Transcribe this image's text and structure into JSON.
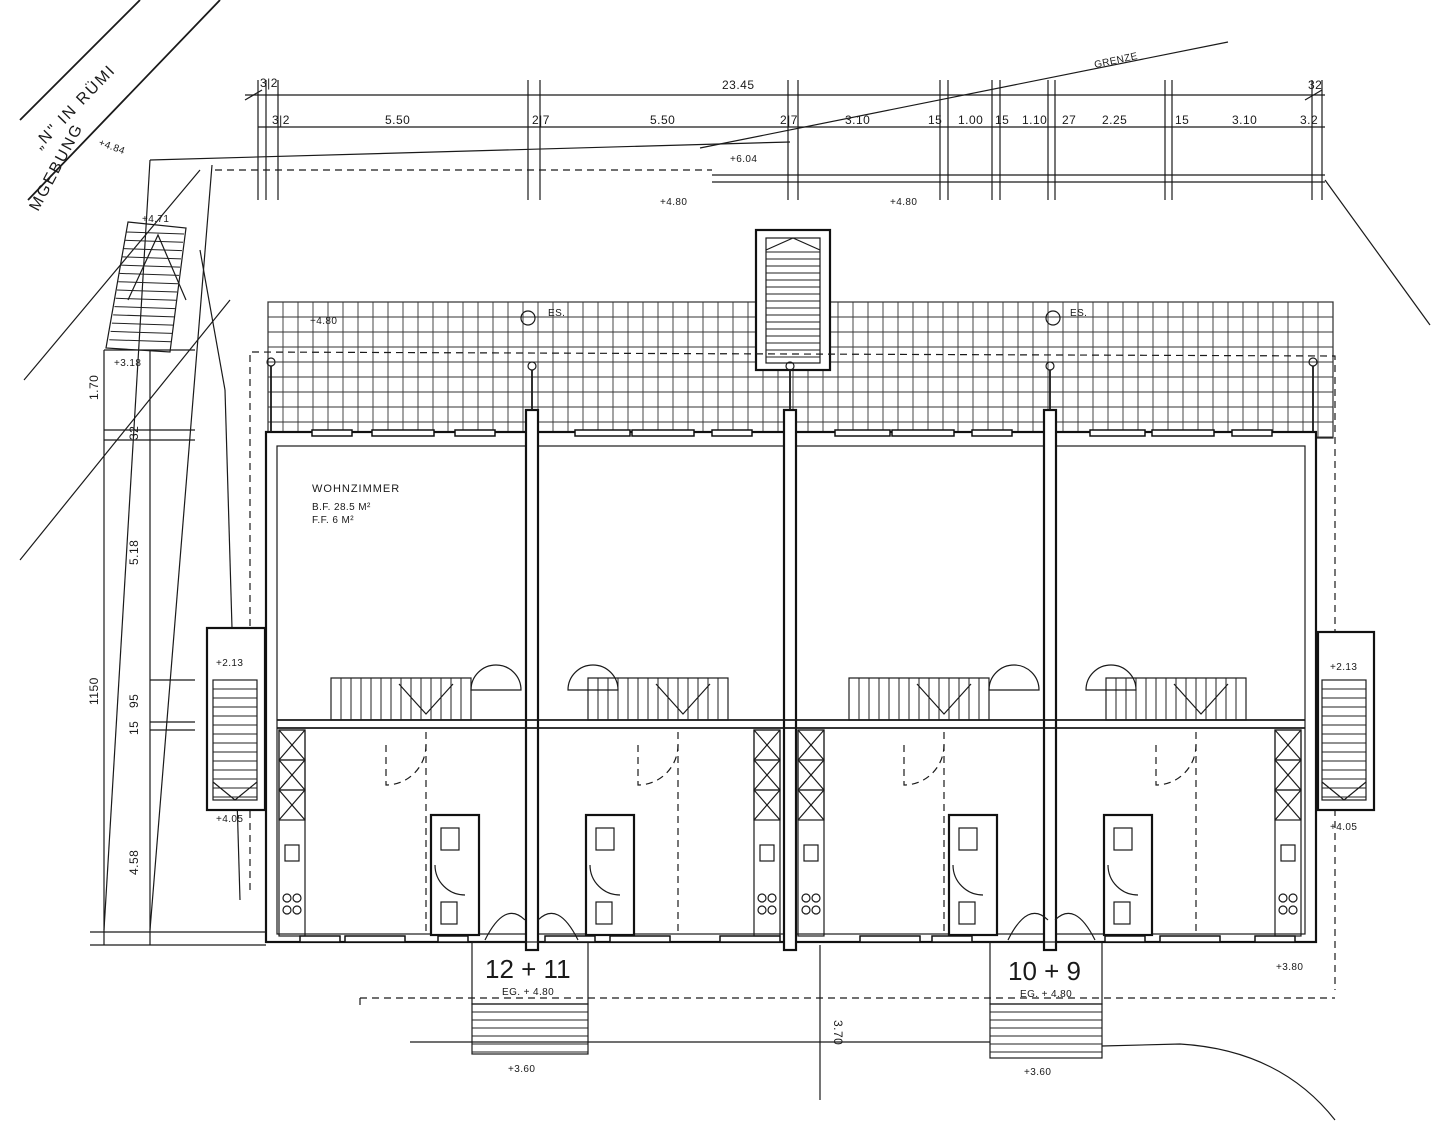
{
  "street_labels": {
    "street_name": "„N\" IN RÜMI",
    "surroundings": "MGEBUNG"
  },
  "boundary_label": "GRENZE",
  "dimensions_top": {
    "overall": "23.45",
    "left_margin": "3|2",
    "right_margin": "32",
    "segments": [
      "3|2",
      "5.50",
      "2|7",
      "5.50",
      "2|7",
      "3.10",
      "15",
      "1.00",
      "15",
      "1.10",
      "27",
      "2.25",
      "15",
      "3.10",
      "3.2"
    ]
  },
  "dimensions_left": {
    "overall": "1150",
    "segments": [
      "1.70",
      "32",
      "5.18",
      "95",
      "15",
      "4.58"
    ]
  },
  "dimension_bottom": "3.70",
  "levels": {
    "street_corner": "+4.84",
    "stair_top": "+4.71",
    "stair_bottom": "+3.18",
    "boundary_point": "+6.04",
    "terrace_left": "+4.80",
    "yard_1": "+4.80",
    "yard_2": "+4.80",
    "side_entry_left": "+2.13",
    "side_entry_right": "+2.13",
    "side_low_left": "+4.05",
    "side_low_right": "+4.05",
    "front_right": "+3.80",
    "entry_step_left": "+3.60",
    "entry_step_right": "+3.60"
  },
  "tags": {
    "es_left": "ES.",
    "es_right": "ES."
  },
  "room": {
    "name": "WOHNZIMMER",
    "bf": "B.F.   28.5  M²",
    "ff": "F.F.     6   M²"
  },
  "houses": {
    "left_pair": "12 + 11",
    "left_pair_level": "EG. + 4.80",
    "right_pair": "10 + 9",
    "right_pair_level": "EG. + 4.80"
  }
}
